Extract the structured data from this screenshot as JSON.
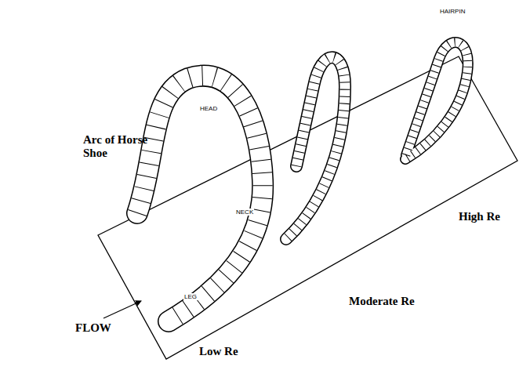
{
  "diagram": {
    "labels": [
      "HAIRPIN",
      "Arc of Horse Shoe",
      "HEAD",
      "NECK",
      "LEG",
      "FLOW",
      "High Re",
      "Moderate Re",
      "Low Re"
    ]
  }
}
